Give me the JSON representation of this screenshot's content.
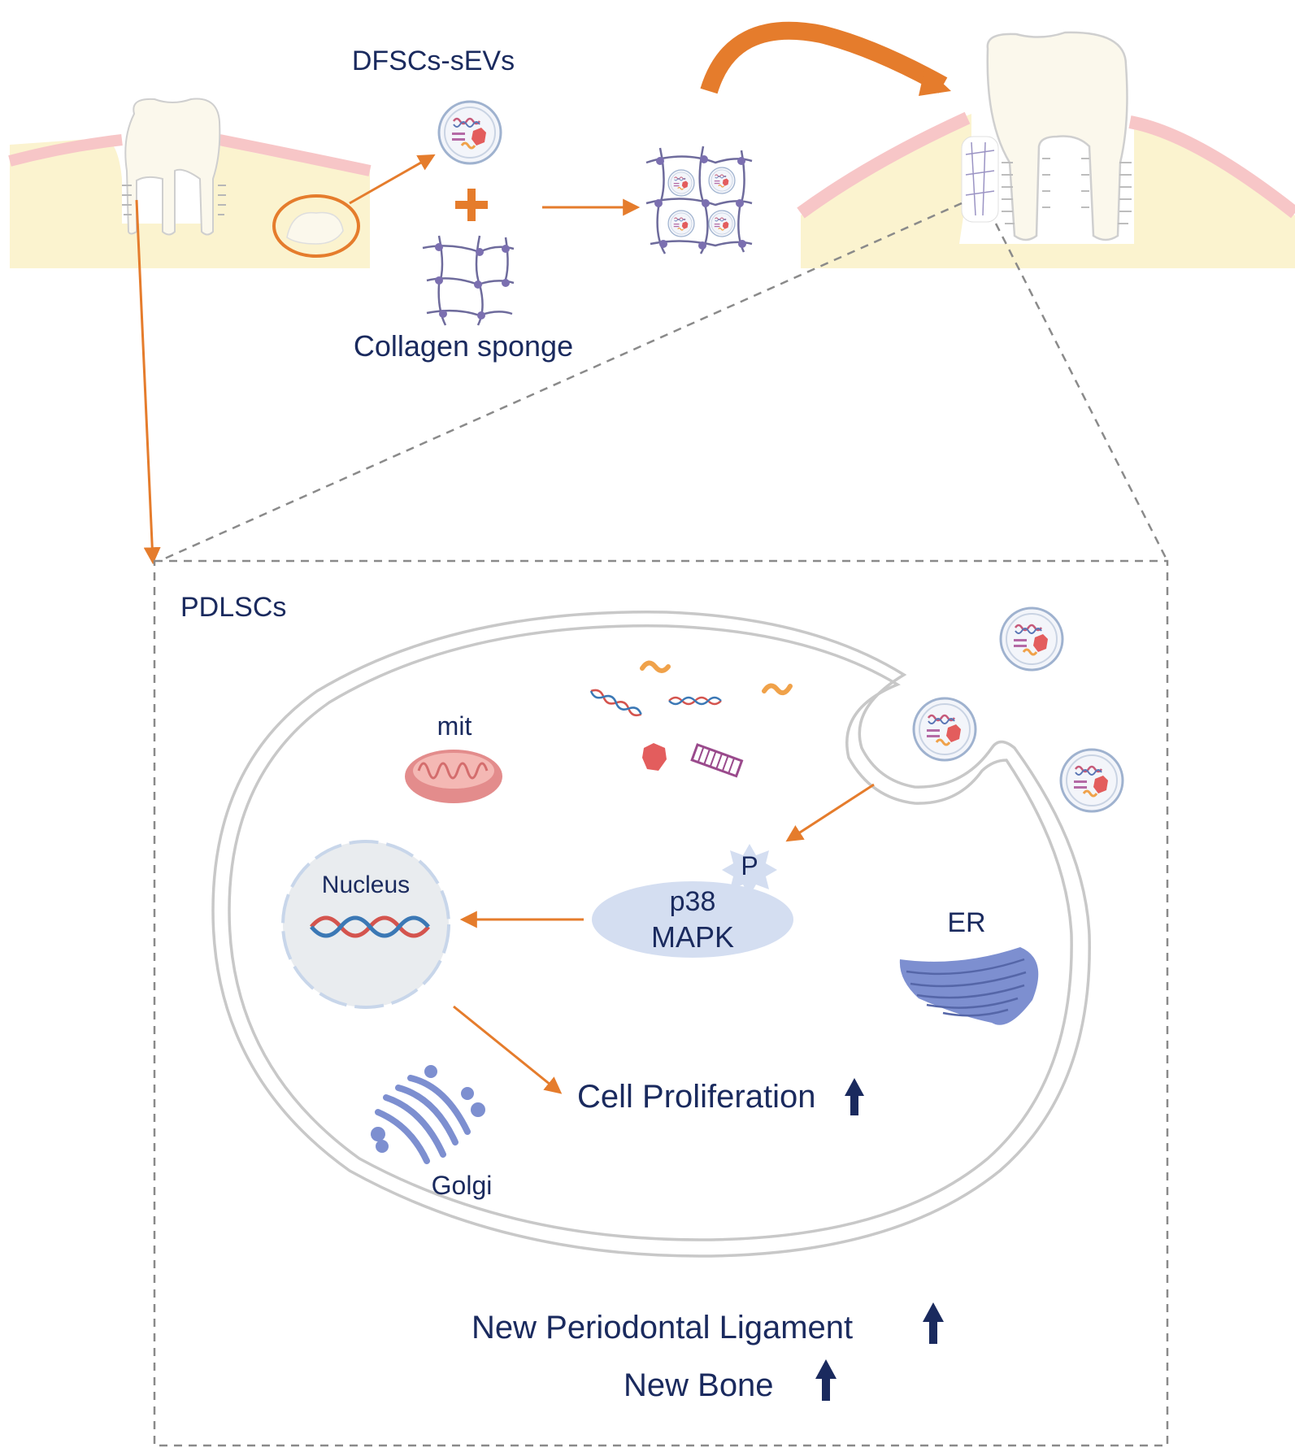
{
  "labels": {
    "dfscs_sevs": "DFSCs-sEVs",
    "collagen_sponge": "Collagen sponge",
    "pdlscs": "PDLSCs",
    "mit": "mit",
    "nucleus": "Nucleus",
    "p": "P",
    "p38": "p38",
    "mapk": "MAPK",
    "er": "ER",
    "golgi": "Golgi",
    "cell_proliferation": "Cell Proliferation",
    "new_pdl": "New Periodontal Ligament",
    "new_bone": "New Bone"
  },
  "colors": {
    "navy": "#1a2a5e",
    "orange": "#e57c2c",
    "gum_pink": "#f7c6c7",
    "bone_cream": "#fbf3cf",
    "tooth": "#fbf8ec",
    "membrane": "#c8c8c8",
    "nucleus_fill": "#e9ecef",
    "mapk_fill": "#d4def1",
    "organelle_blue": "#7d8fd0",
    "mito_red": "#e38c8c"
  },
  "icons": {
    "up_arrow": "up-arrow-icon",
    "dna": "dna-icon",
    "vesicle": "vesicle-icon"
  }
}
